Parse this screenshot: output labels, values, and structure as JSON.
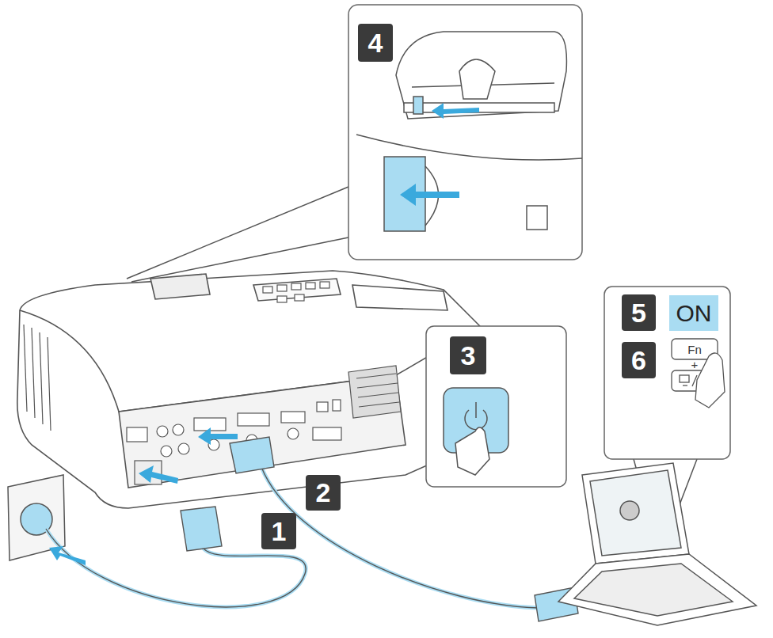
{
  "diagram": {
    "labels": [
      "4",
      "3",
      "5",
      "ON",
      "6",
      "Fn",
      "+",
      "1",
      "2"
    ]
  }
}
